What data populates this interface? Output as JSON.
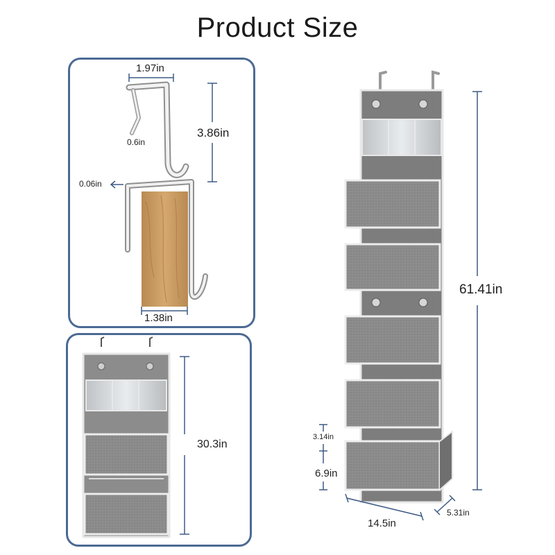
{
  "title": "Product Size",
  "hook_detail": {
    "hook_width": "1.97in",
    "hook_inner_depth": "0.6in",
    "hook_height": "3.86in",
    "hook_thickness": "0.06in",
    "door_thickness": "1.38in"
  },
  "small_organizer": {
    "height": "30.3in"
  },
  "large_organizer": {
    "total_height": "61.41in",
    "pocket_gap": "3.14in",
    "pocket_height": "6.9in",
    "width": "14.5in",
    "depth": "5.31in"
  },
  "colors": {
    "panel_border": "#4b6a93",
    "dimension_line": "#3d5a85",
    "fabric_gray": "#8a8a8a",
    "fabric_dark": "#6f6f6f",
    "trim_white": "#eeeeee",
    "door_wood": "#c9985f"
  }
}
